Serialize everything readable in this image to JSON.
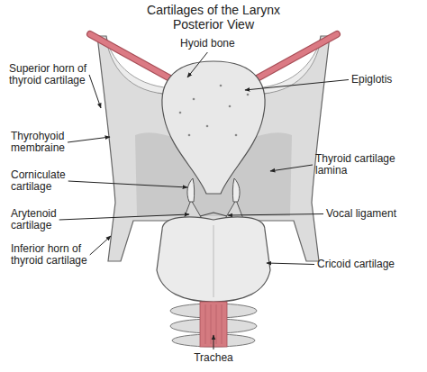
{
  "diagram": {
    "title": "Cartilages of the Larynx Posterior View",
    "labels": [
      "Hyoid bone",
      "Superior horn of thyroid cartilage",
      "Epiglotis",
      "Thyrohyoid membraine",
      "Thyroid cartilage lamina",
      "Corniculate cartilage",
      "Arytenoid cartilage",
      "Vocal ligament",
      "Inferior horn of thyroid cartilage",
      "Cricoid cartilage",
      "Trachea"
    ]
  }
}
